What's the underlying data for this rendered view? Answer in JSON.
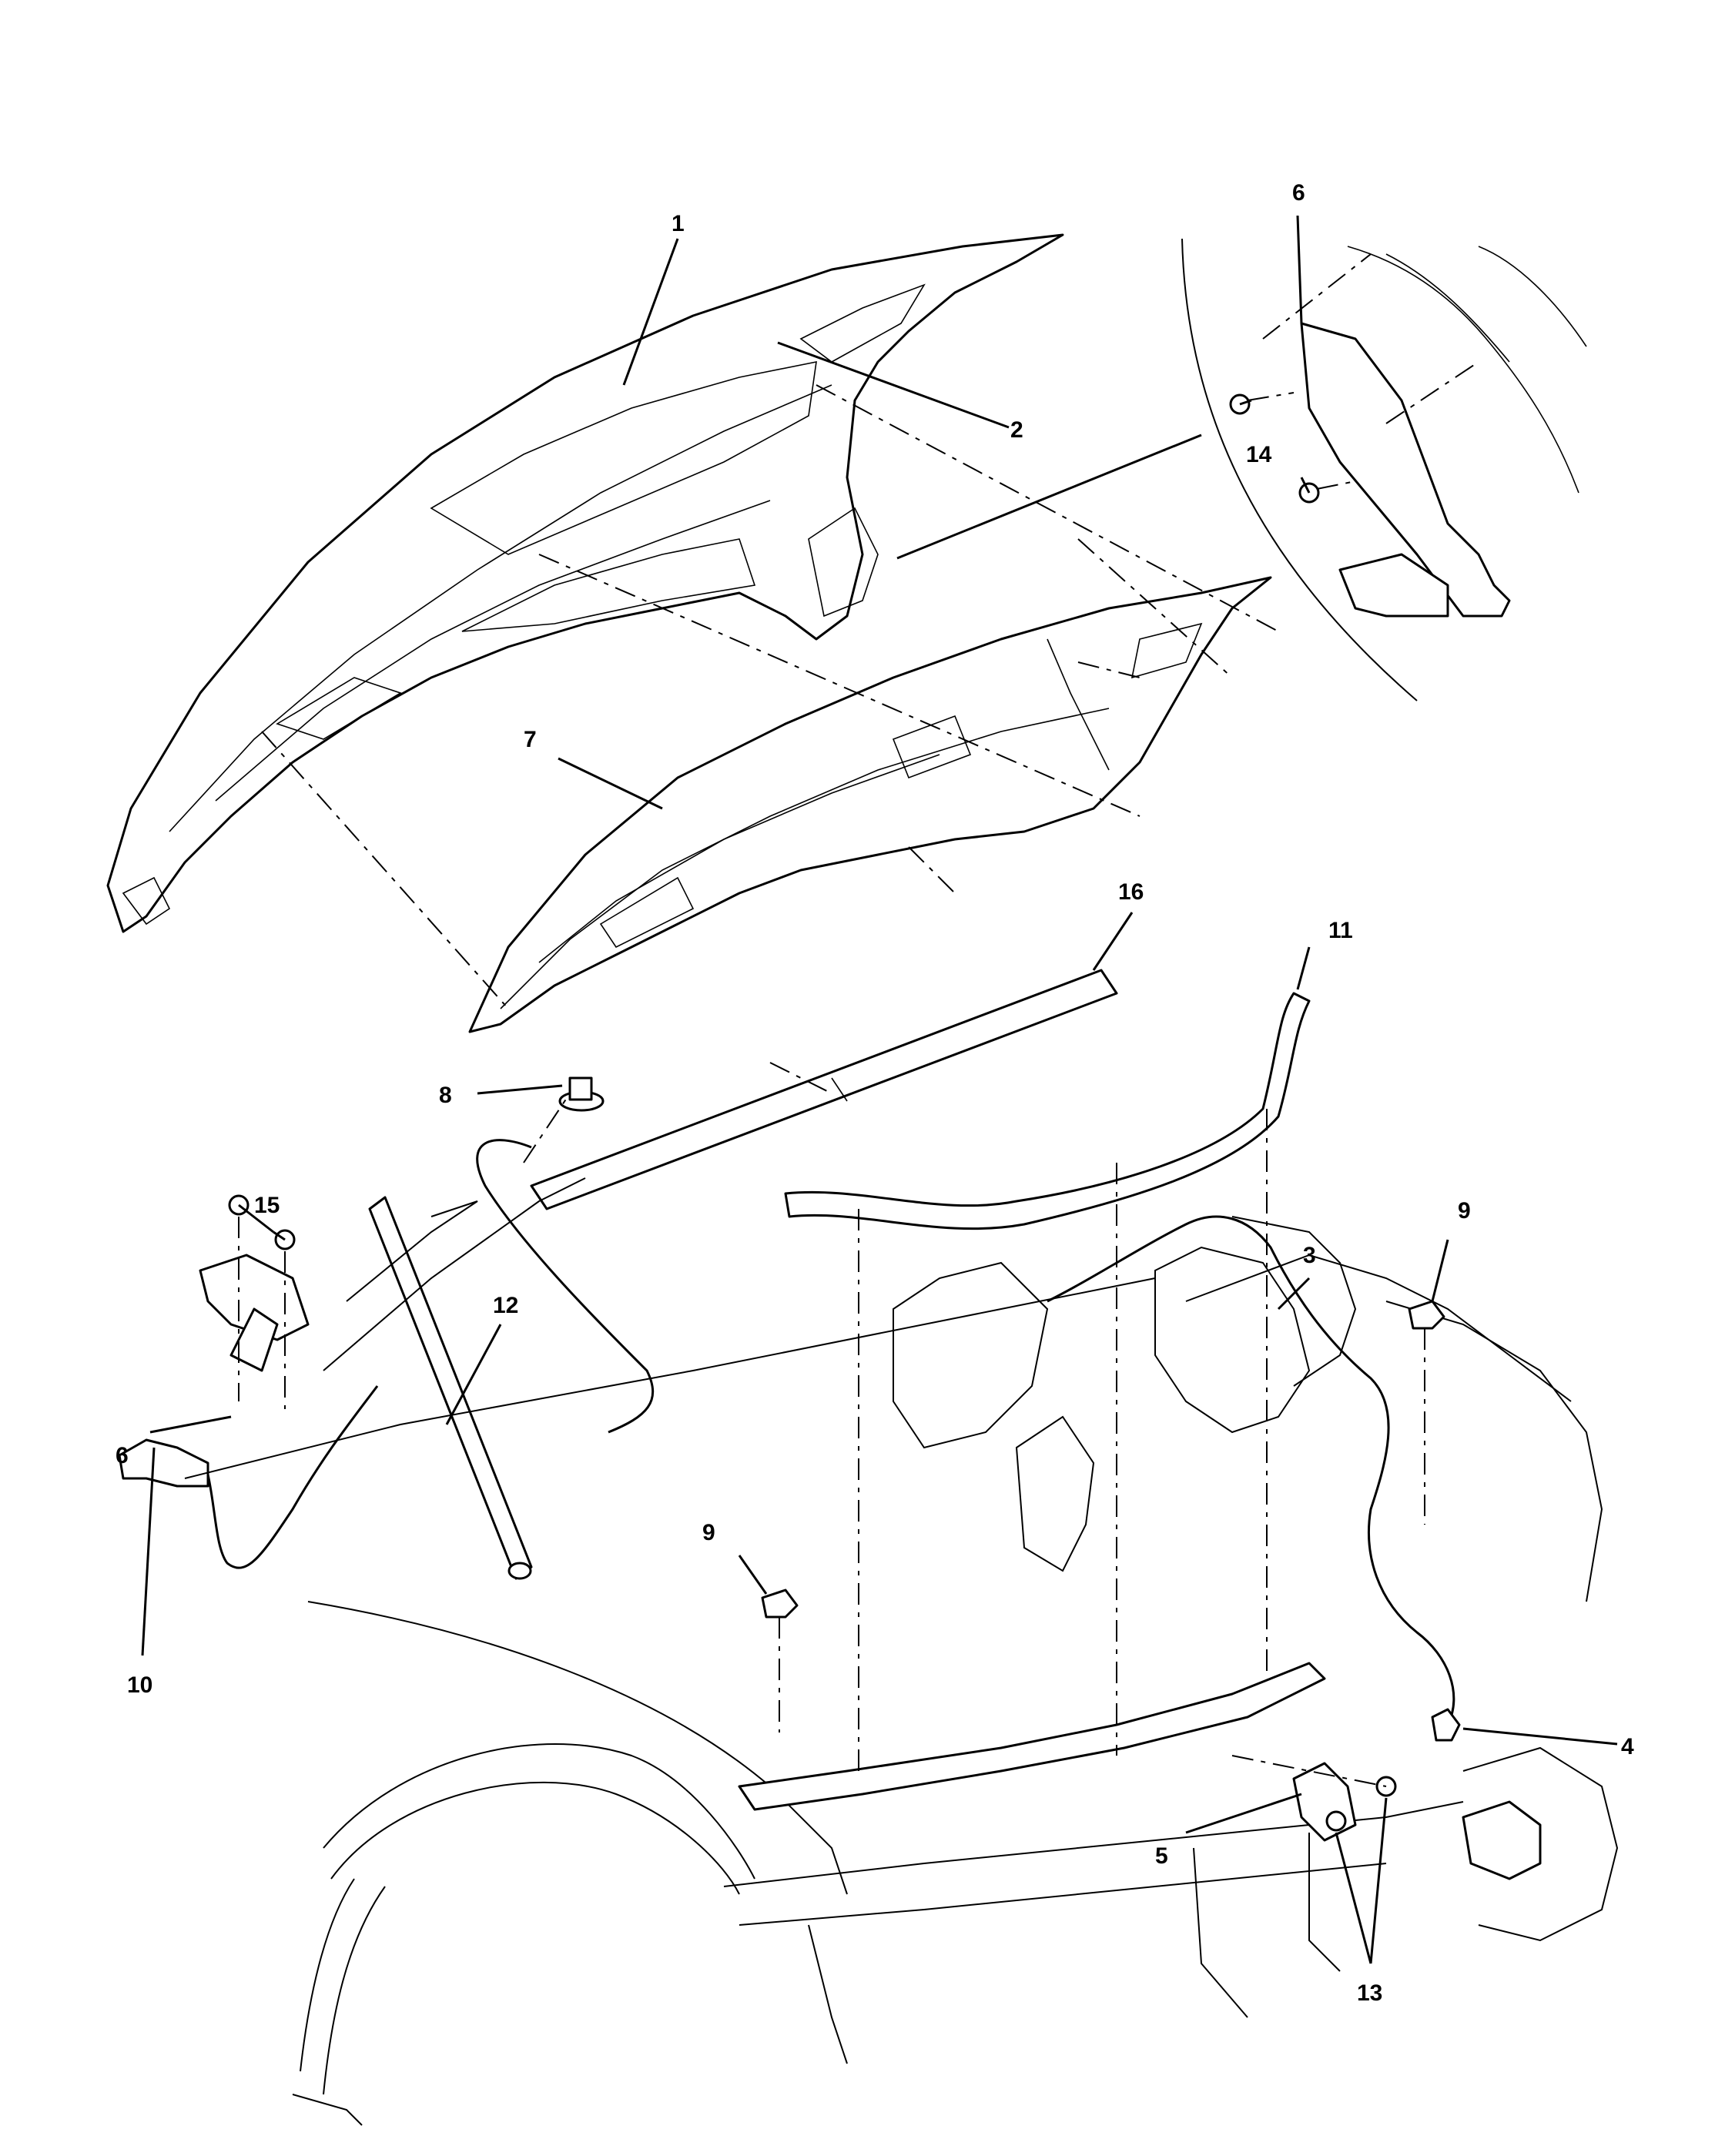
{
  "diagram": {
    "callouts": {
      "c1": "1",
      "c2": "2",
      "c3": "3",
      "c4": "4",
      "c5": "5",
      "c6_top": "6",
      "c6_left": "6",
      "c7": "7",
      "c8": "8",
      "c9_left": "9",
      "c9_right": "9",
      "c10": "10",
      "c11": "11",
      "c12": "12",
      "c13": "13",
      "c14": "14",
      "c15": "15",
      "c16": "16"
    }
  }
}
